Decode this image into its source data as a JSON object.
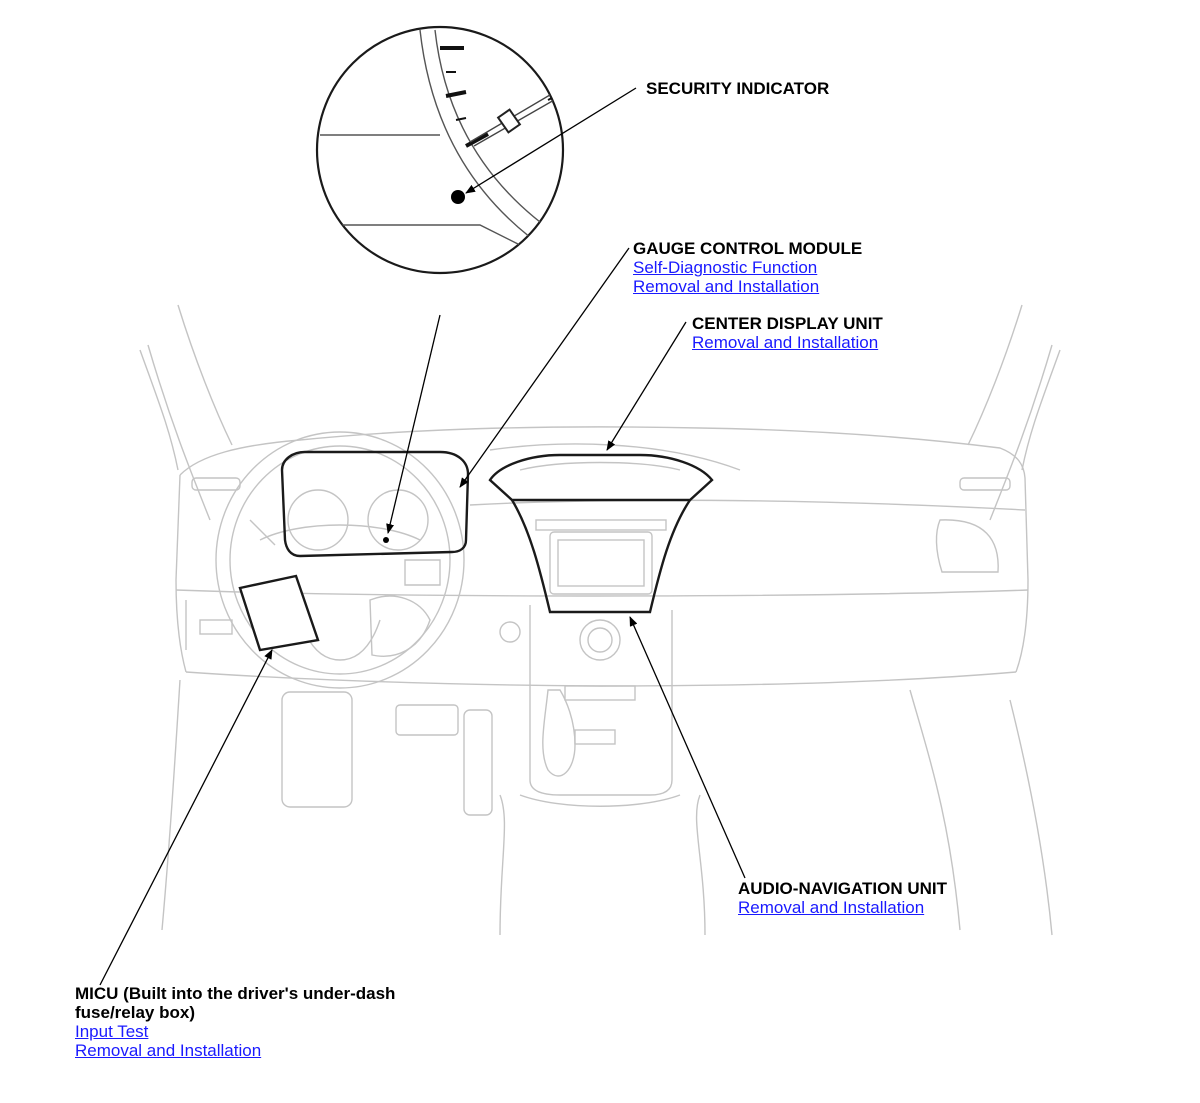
{
  "colors": {
    "link": "#1a1aff",
    "label": "#000000",
    "faint_line": "#c4c4c4",
    "dark_line": "#1a1a1a"
  },
  "callouts": {
    "security_indicator": {
      "title": "SECURITY INDICATOR"
    },
    "gauge_control_module": {
      "title": "GAUGE CONTROL MODULE",
      "links": [
        "Self-Diagnostic Function",
        "Removal and Installation"
      ]
    },
    "center_display_unit": {
      "title": "CENTER DISPLAY UNIT",
      "links": [
        "Removal and Installation"
      ]
    },
    "audio_navigation_unit": {
      "title": "AUDIO-NAVIGATION UNIT",
      "links": [
        "Removal and Installation"
      ]
    },
    "micu": {
      "title_line1": "MICU (Built into the driver's under-dash",
      "title_line2": "fuse/relay box)",
      "links": [
        "Input Test",
        "Removal and Installation"
      ]
    }
  }
}
